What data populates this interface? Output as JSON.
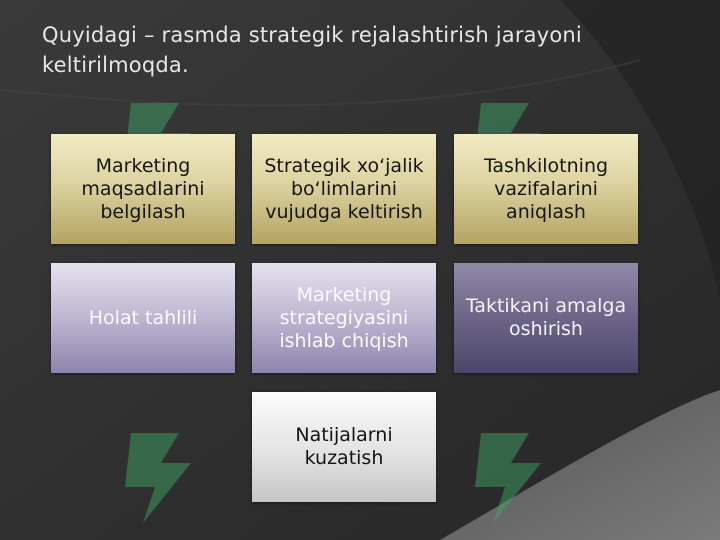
{
  "slide": {
    "title": "Quyidagi – rasmda strategik rejalashtirish jarayoni keltirilmoqda."
  },
  "boxes": [
    {
      "text": "Marketing maqsadlarini belgilash",
      "style": "tan"
    },
    {
      "text": "Strategik xo‘jalik bo‘limlarini vujudga keltirish",
      "style": "tan"
    },
    {
      "text": "Tashkilotning vazifalarini aniqlash",
      "style": "tan"
    },
    {
      "text": "Holat tahlili",
      "style": "lavender"
    },
    {
      "text": "Marketing strategiyasini ishlab chiqish",
      "style": "lavender"
    },
    {
      "text": "Taktikani amalga oshirish",
      "style": "dark-lavender"
    },
    {
      "text": "Natijalarni kuzatish",
      "style": "gray"
    }
  ],
  "colors": {
    "background": "#2f2f2f",
    "tan": "#ddd2a0",
    "lavender": "#bdb6d1",
    "dark_lavender": "#6c6588",
    "gray": "#e3e3e3",
    "watermark": "#3fae6a"
  },
  "watermark": {
    "icon": "green-s-logo-watermark"
  }
}
